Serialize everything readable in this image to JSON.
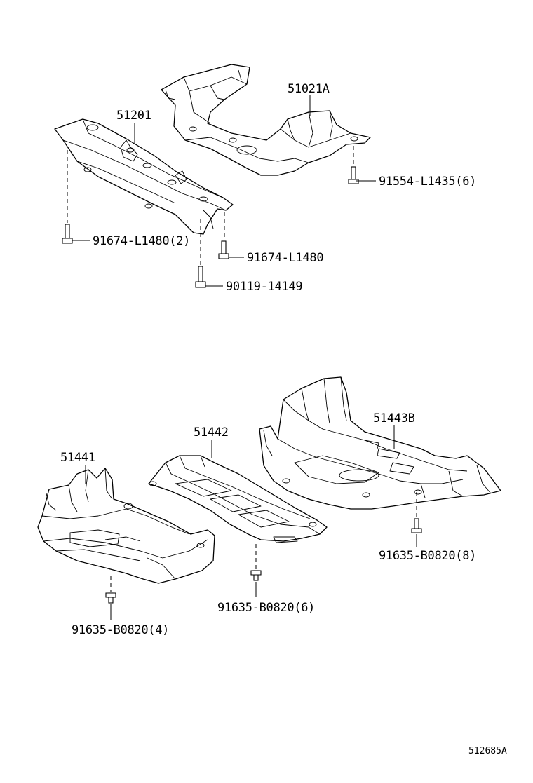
{
  "diagram": {
    "reference_code": "512685A",
    "parts": [
      {
        "id": "p51201",
        "number": "51201"
      },
      {
        "id": "p51021a",
        "number": "51021A"
      },
      {
        "id": "p51441",
        "number": "51441"
      },
      {
        "id": "p51442",
        "number": "51442"
      },
      {
        "id": "p51443b",
        "number": "51443B"
      }
    ],
    "fasteners": [
      {
        "id": "f1",
        "number": "91554-L1435(6)"
      },
      {
        "id": "f2",
        "number": "91674-L1480(2)"
      },
      {
        "id": "f3",
        "number": "91674-L1480"
      },
      {
        "id": "f4",
        "number": "90119-14149"
      },
      {
        "id": "f5",
        "number": "91635-B0820(8)"
      },
      {
        "id": "f6",
        "number": "91635-B0820(6)"
      },
      {
        "id": "f7",
        "number": "91635-B0820(4)"
      }
    ]
  }
}
